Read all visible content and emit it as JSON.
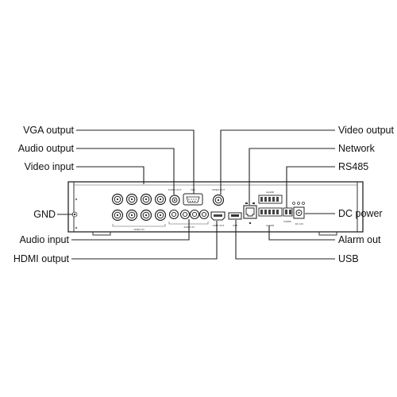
{
  "labels_left": {
    "vga_output": "VGA output",
    "audio_output": "Audio output",
    "video_input": "Video input",
    "gnd": "GND",
    "audio_input": "Audio input",
    "hdmi_output": "HDMI output"
  },
  "labels_right": {
    "video_output": "Video output",
    "network": "Network",
    "rs485": "RS485",
    "dc_power": "DC power",
    "alarm_out": "Alarm out",
    "usb": "USB"
  },
  "panel_markings": {
    "video_in": "VIDEO IN",
    "audio_out": "AUDIO OUT",
    "vga": "VGA",
    "video_out": "VIDEO OUT",
    "audio_in": "AUDIO IN",
    "hdmi_out": "HDMI OUT",
    "usb": "USB",
    "rs485": "RS485",
    "alarm": "ALARM",
    "power": "DC 12V"
  }
}
